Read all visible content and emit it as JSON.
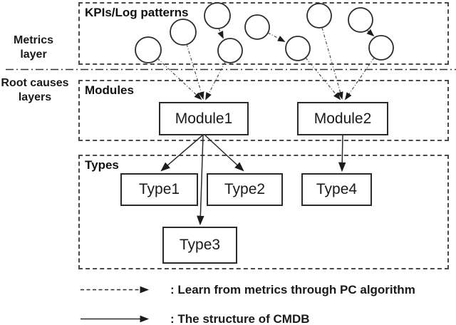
{
  "palette": {
    "ink": "#1a1a1a",
    "line": "#3a3a3a",
    "bg": "#ffffff"
  },
  "side_labels": {
    "metrics": {
      "line1": "Metrics",
      "line2": "layer"
    },
    "root_causes": {
      "line1": "Root causes",
      "line2": "layers"
    }
  },
  "layers": {
    "kpi": {
      "title": "KPIs/Log patterns",
      "circle_count": 9
    },
    "modules": {
      "title": "Modules",
      "nodes": [
        "Module1",
        "Module2"
      ]
    },
    "types": {
      "title": "Types",
      "nodes": [
        "Type1",
        "Type2",
        "Type3",
        "Type4"
      ]
    }
  },
  "connections": {
    "dashed_circle_to_circle_edges": 3,
    "dashed_circle_to_module_edges": [
      "3 circles to Module1",
      "3 circles to Module2"
    ],
    "solid_edges": [
      "Module1 to Type1",
      "Module1 to Type2",
      "Module1 to Type3",
      "Module2 to Type4"
    ]
  },
  "legend": [
    {
      "style": "dashed-arrow",
      "label": ": Learn from metrics through PC algorithm"
    },
    {
      "style": "solid-arrow",
      "label": ": The structure of CMDB"
    }
  ]
}
